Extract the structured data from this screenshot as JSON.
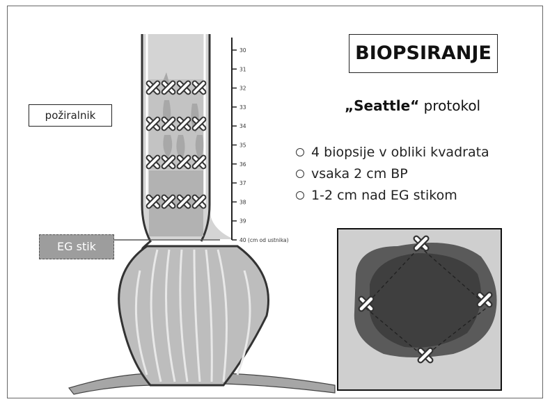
{
  "title": "BIOPSIRANJE",
  "organ_label": "požiralnik",
  "junction_label": "EG stik",
  "protocol": {
    "name_quoted": "„Seattle“",
    "suffix": "protokol"
  },
  "bullets": [
    "4 biopsije v obliki kvadrata",
    "vsaka 2 cm BP",
    "1-2 cm nad EG stikom"
  ],
  "ruler": {
    "ticks": [
      "30",
      "31",
      "32",
      "33",
      "34",
      "35",
      "36",
      "37",
      "38",
      "39"
    ],
    "last_tick": "40 (cm od ustnika)"
  },
  "colors": {
    "esophagus_fill": "#cfcfcf",
    "lesion_fill": "#b4b4b4",
    "stomach_fill": "#bdbdbd",
    "marker": "#ffffff"
  },
  "icons": [
    "biopsy-x-marker"
  ]
}
